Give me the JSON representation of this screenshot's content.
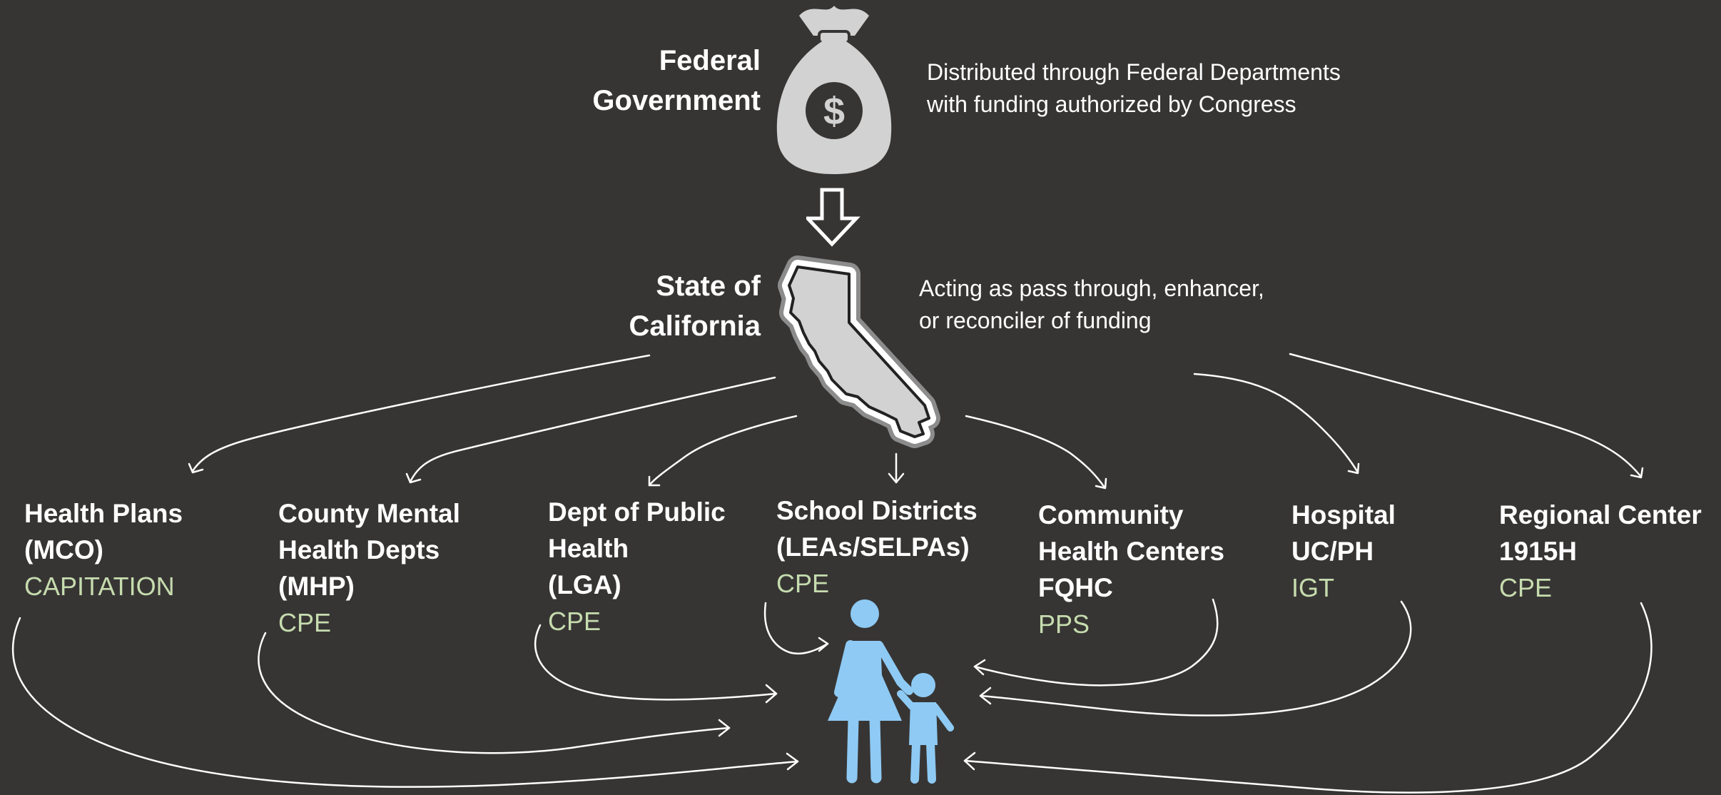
{
  "federal": {
    "label_line1": "Federal",
    "label_line2": "Government",
    "note_line1": "Distributed through Federal Departments",
    "note_line2": "with funding authorized by Congress",
    "icon": "money-bag-icon",
    "symbol": "$"
  },
  "state": {
    "label_line1": "State of",
    "label_line2": "California",
    "note_line1": "Acting as pass through, enhancer,",
    "note_line2": "or reconciler of funding",
    "icon": "california-map-icon"
  },
  "entities": [
    {
      "id": "mco",
      "name_lines": [
        "Health Plans",
        "(MCO)"
      ],
      "mechanism": "CAPITATION"
    },
    {
      "id": "mhp",
      "name_lines": [
        "County Mental",
        "Health Depts",
        "(MHP)"
      ],
      "mechanism": "CPE"
    },
    {
      "id": "lga",
      "name_lines": [
        "Dept of Public",
        "Health",
        "(LGA)"
      ],
      "mechanism": "CPE"
    },
    {
      "id": "lea",
      "name_lines": [
        "School Districts",
        "(LEAs/SELPAs)"
      ],
      "mechanism": "CPE"
    },
    {
      "id": "fqhc",
      "name_lines": [
        "Community",
        "Health Centers",
        "FQHC"
      ],
      "mechanism": "PPS"
    },
    {
      "id": "hospital",
      "name_lines": [
        "Hospital",
        "UC/PH"
      ],
      "mechanism": "IGT"
    },
    {
      "id": "regional",
      "name_lines": [
        "Regional Center",
        "1915H"
      ],
      "mechanism": "CPE"
    }
  ],
  "beneficiary": {
    "icon": "parent-child-icon"
  },
  "colors": {
    "background": "#373534",
    "text": "#ffffff",
    "mechanism": "#c6dcae",
    "icon_gray": "#d2d2d2",
    "family_blue": "#8ecaf4"
  }
}
